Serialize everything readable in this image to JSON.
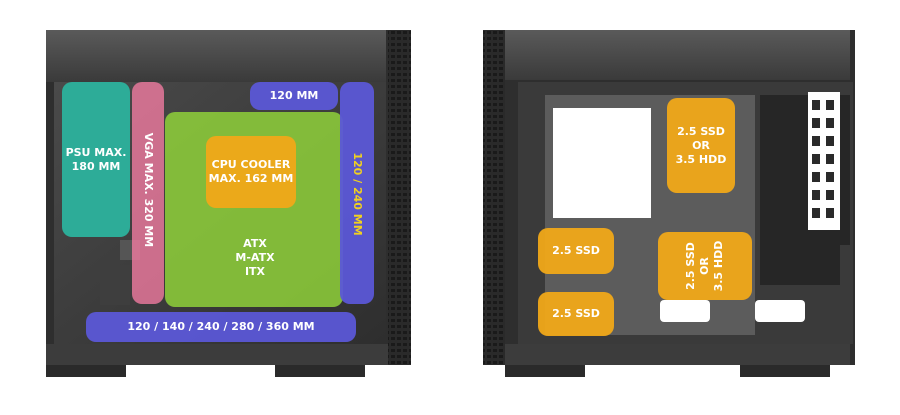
{
  "left_view": {
    "psu": {
      "label": "PSU MAX.\n180 MM",
      "color": "#2bb5a0"
    },
    "vga": {
      "label": "VGA MAX. 320 MM",
      "color": "#f07aa0"
    },
    "motherboard": {
      "label": "ATX\nM-ATX\nITX",
      "color": "#8fd13a"
    },
    "cpu_cooler": {
      "label": "CPU COOLER\nMAX. 162 MM",
      "color": "#f0a818"
    },
    "top_fan": {
      "label": "120 MM",
      "color": "#5b57d6"
    },
    "front_fan": {
      "label": "120 / 240 MM",
      "color": "#5b57d6",
      "label_color": "#f0d020"
    },
    "bottom_fan": {
      "label": "120 / 140 / 240 / 280 / 360 MM",
      "color": "#5b57d6"
    }
  },
  "right_view": {
    "drive_top_right": {
      "label": "2.5 SSD\nOR\n3.5 HDD",
      "color": "#f0a818"
    },
    "drive_mid_left": {
      "label": "2.5 SSD",
      "color": "#f0a818"
    },
    "drive_mid_right": {
      "label": "2.5 SSD\nOR\n3.5 HDD",
      "color": "#f0a818"
    },
    "drive_bottom_left": {
      "label": "2.5 SSD",
      "color": "#f0a818"
    }
  }
}
